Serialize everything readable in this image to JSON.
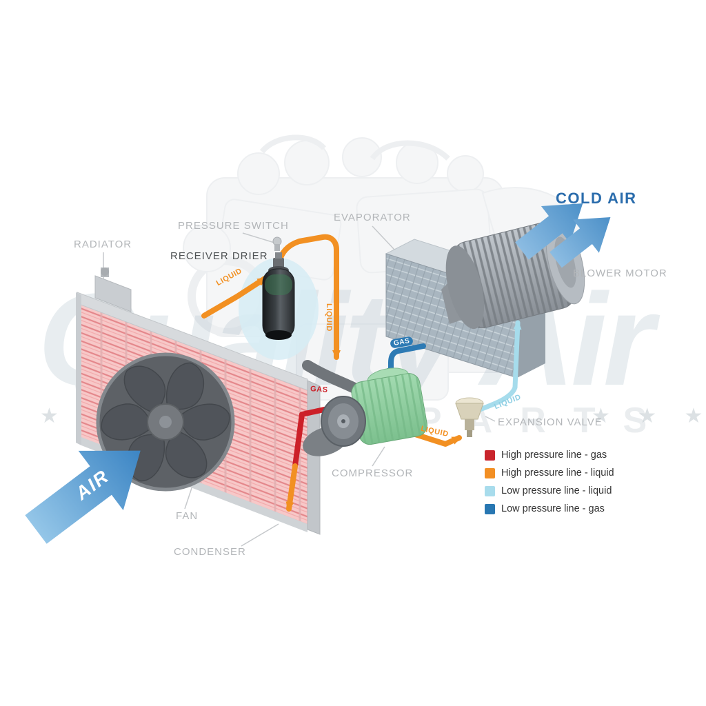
{
  "labels": {
    "radiator": "RADIATOR",
    "pressure_switch": "PRESSURE SWITCH",
    "receiver_drier": "RECEIVER DRIER",
    "evaporator": "EVAPORATOR",
    "cold_air": "COLD AIR",
    "blower_motor": "BLOWER MOTOR",
    "expansion_valve": "EXPANSION VALVE",
    "compressor": "COMPRESSOR",
    "fan": "FAN",
    "condenser": "CONDENSER",
    "air": "AIR"
  },
  "pipe_labels": {
    "liquid_condenser_to_drier": "LIQUID",
    "liquid_drier_down": "LIQUID",
    "gas_suction": "GAS",
    "gas_discharge": "GAS",
    "liquid_to_expansion_valve": "LIQUID",
    "liquid_low_pressure": "LIQUID"
  },
  "legend": {
    "items": [
      {
        "color": "#c9252c",
        "label": "High pressure line - gas"
      },
      {
        "color": "#f28f24",
        "label": "High pressure line - liquid"
      },
      {
        "color": "#a8dcec",
        "label": "Low pressure line - liquid"
      },
      {
        "color": "#2877b2",
        "label": "Low pressure line -  gas"
      }
    ]
  },
  "watermark": {
    "text": "Quality Air",
    "sub": "AUTO PARTS",
    "stars_left": "★ ★ ★",
    "stars_right": "★ ★ ★"
  },
  "colors": {
    "high_pressure_gas": "#c9252c",
    "high_pressure_liquid": "#f28f24",
    "low_pressure_liquid": "#a8dcec",
    "low_pressure_gas": "#2877b2",
    "cold_air_text": "#2a6cac",
    "label_gray": "#b3b6b9"
  }
}
